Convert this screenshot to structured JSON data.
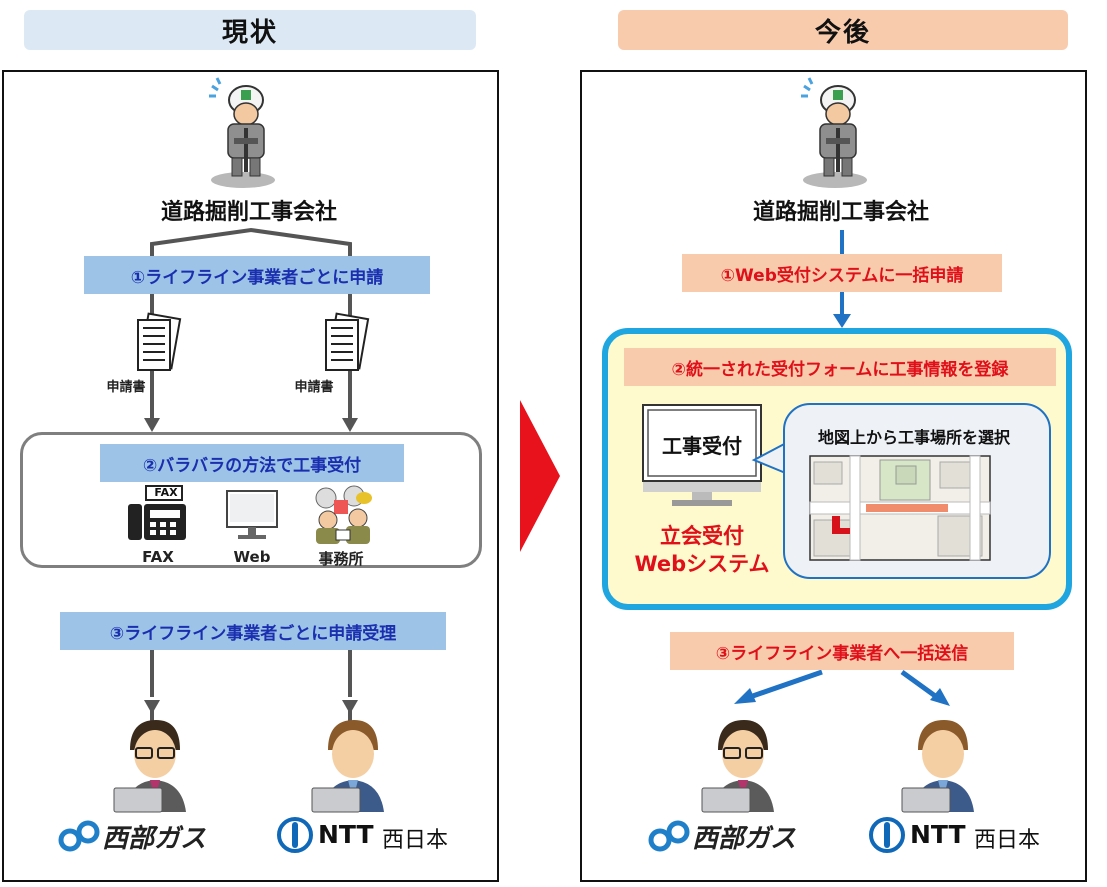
{
  "left": {
    "header": "現状",
    "header_color": "#dce9f5",
    "company": "道路掘削工事会社",
    "step1": "①ライフライン事業者ごとに申請",
    "doc_label_left": "申請書",
    "doc_label_right": "申請書",
    "step2": "②バラバラの方法で工事受付",
    "fax_sign": "FAX",
    "methods": [
      "FAX",
      "Web",
      "事務所"
    ],
    "step3": "③ライフライン事業者ごとに申請受理",
    "logo_left": "西部ガス",
    "logo_right_ntt": "NTT",
    "logo_right_west": "西日本"
  },
  "right": {
    "header": "今後",
    "header_color": "#f8cbad",
    "company": "道路掘削工事会社",
    "step1": "①Web受付システムに一括申請",
    "step2": "②統一された受付フォームに工事情報を登録",
    "monitor_text": "工事受付",
    "system_name_1": "立会受付",
    "system_name_2": "Webシステム",
    "bubble_text": "地図上から工事場所を選択",
    "step3": "③ライフライン事業者へ一括送信",
    "logo_left": "西部ガス",
    "logo_right_ntt": "NTT",
    "logo_right_west": "西日本"
  },
  "colors": {
    "blue_label": "#9dc3e6",
    "pink_label": "#f8cbad",
    "system_frame": "#1fa6e0",
    "system_fill": "#fffacd",
    "arrow_red": "#e8121c",
    "arrow_blue": "#1f72c4"
  }
}
